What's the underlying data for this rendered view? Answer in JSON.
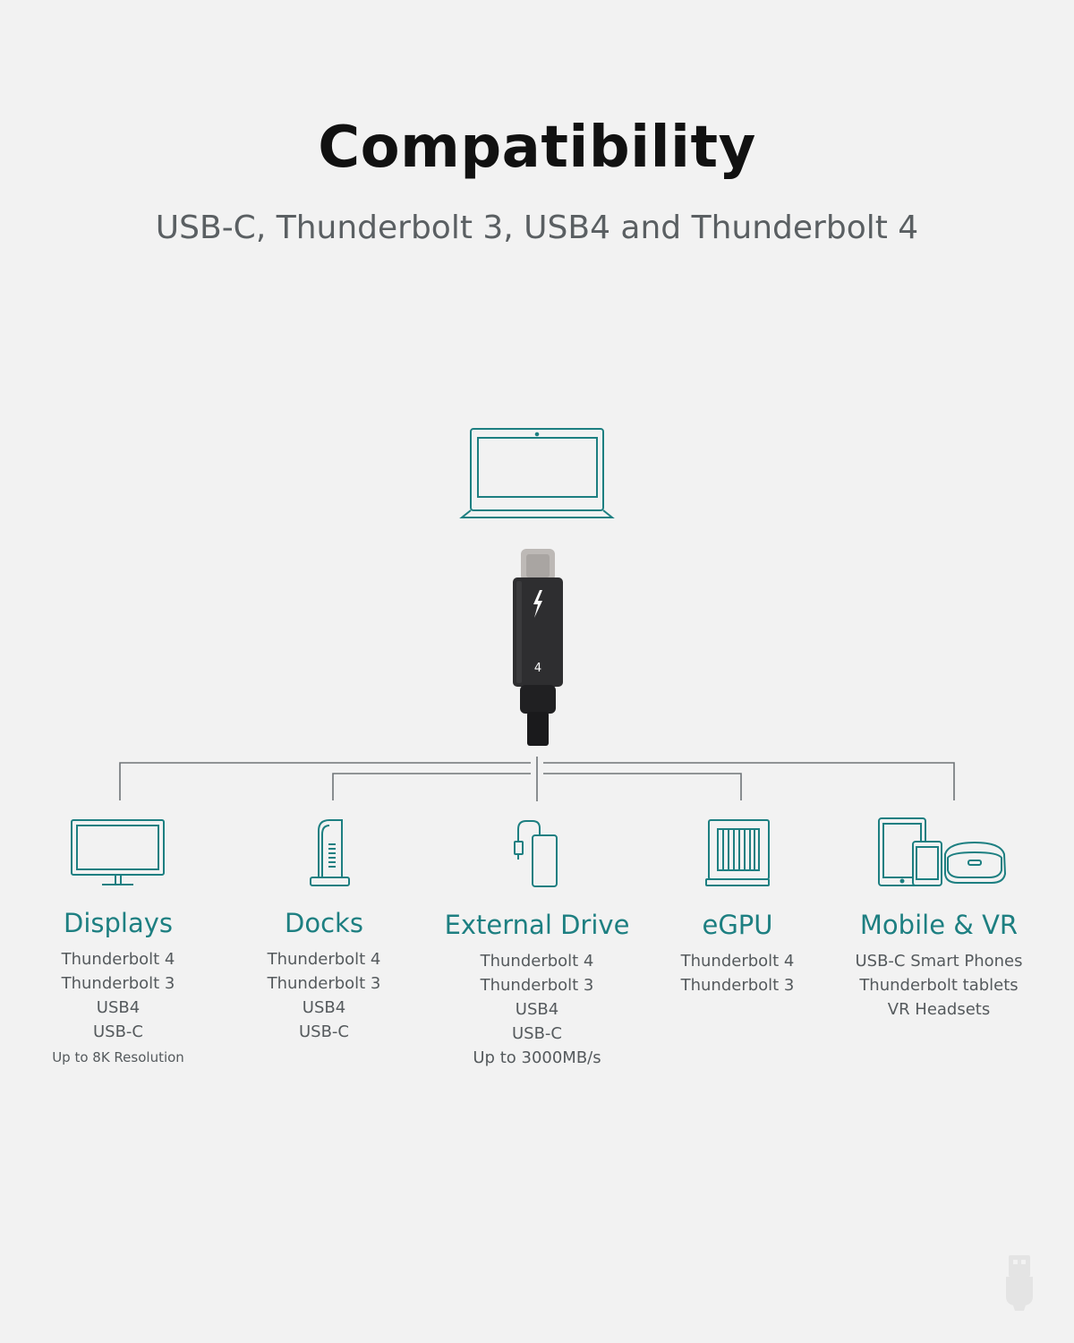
{
  "header": {
    "title": "Compatibility",
    "subtitle": "USB-C, Thunderbolt 3, USB4 and Thunderbolt 4"
  },
  "colors": {
    "accent": "#1d7f81",
    "text": "#555a5d",
    "background": "#f2f2f2",
    "connector_lines": "#6f7477"
  },
  "host": {
    "icon": "laptop-icon",
    "cable_icon": "thunderbolt-cable-icon",
    "cable_number": "4"
  },
  "categories": [
    {
      "name": "Displays",
      "icon": "monitor-icon",
      "lines": [
        "Thunderbolt 4",
        "Thunderbolt 3",
        "USB4",
        "USB-C"
      ],
      "note": "Up to 8K Resolution"
    },
    {
      "name": "Docks",
      "icon": "dock-icon",
      "lines": [
        "Thunderbolt 4",
        "Thunderbolt 3",
        "USB4",
        "USB-C"
      ]
    },
    {
      "name": "External Drive",
      "icon": "external-drive-icon",
      "lines": [
        "Thunderbolt 4",
        "Thunderbolt 3",
        "USB4",
        "USB-C",
        "Up to 3000MB/s"
      ]
    },
    {
      "name": "eGPU",
      "icon": "egpu-icon",
      "lines": [
        "Thunderbolt 4",
        "Thunderbolt 3"
      ]
    },
    {
      "name": "Mobile & VR",
      "icon": "mobile-vr-icon",
      "lines": [
        "USB-C Smart Phones",
        "Thunderbolt tablets",
        "VR Headsets"
      ]
    }
  ]
}
